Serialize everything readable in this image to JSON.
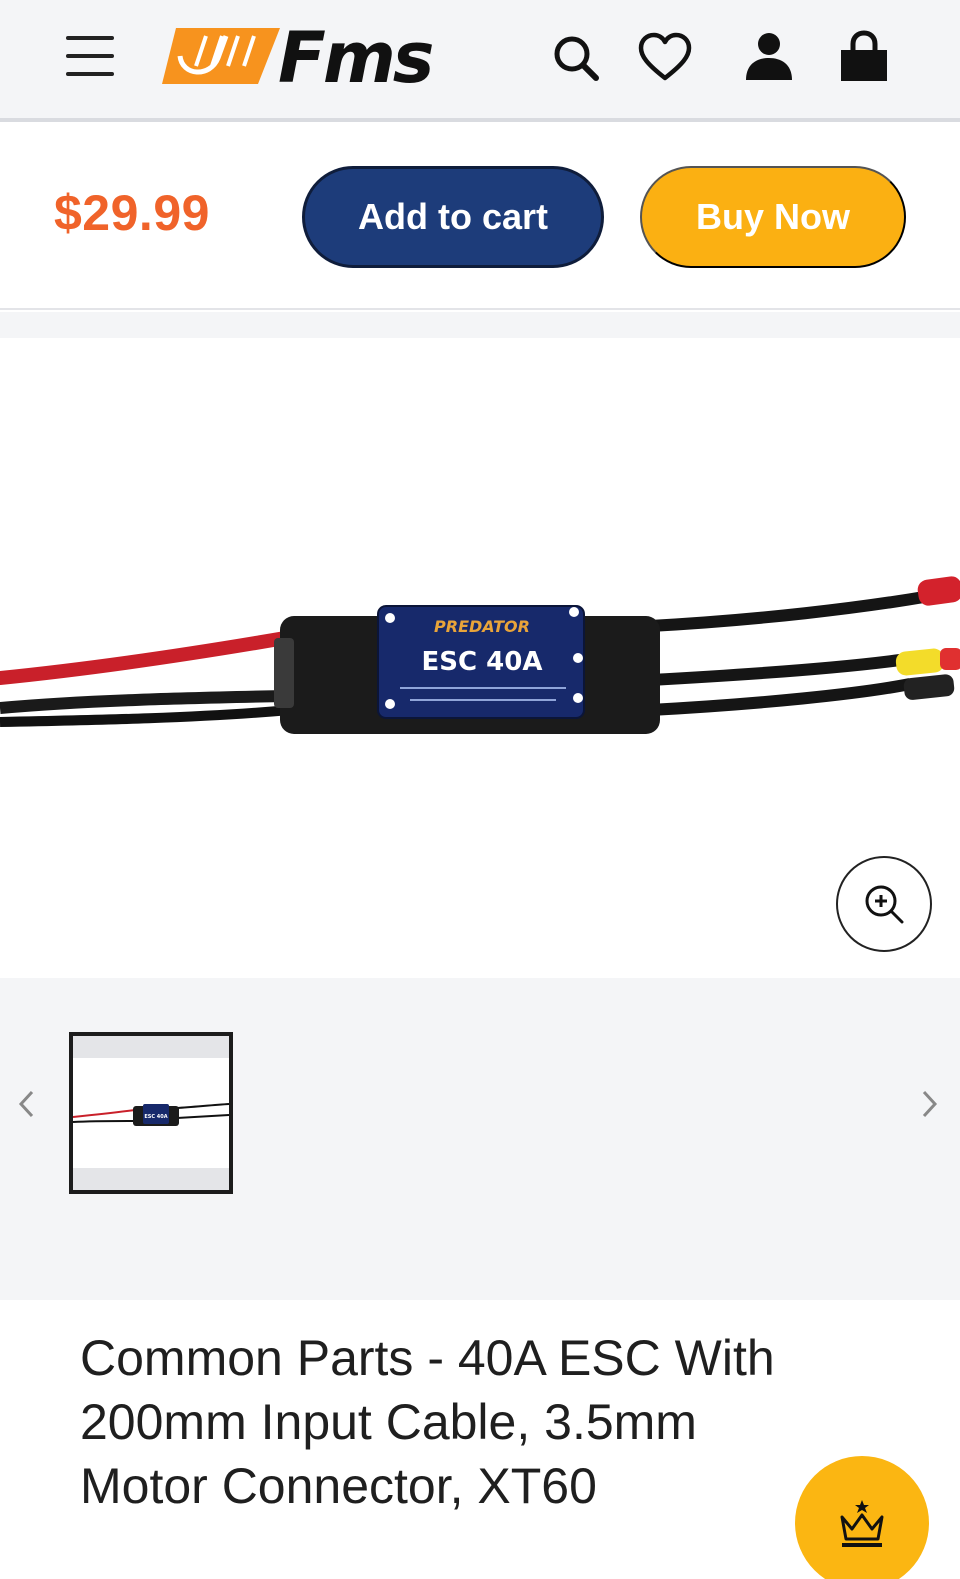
{
  "header": {
    "logo_text": "Fms",
    "menu_icon": "hamburger-menu-icon",
    "icons": [
      "search-icon",
      "heart-icon",
      "account-icon",
      "shopping-bag-icon"
    ]
  },
  "buy_bar": {
    "price": "$29.99",
    "add_to_cart_label": "Add to cart",
    "buy_now_label": "Buy Now"
  },
  "product_image": {
    "brand_label": "PREDATOR",
    "model_label": "ESC 40A"
  },
  "thumbnail": {
    "model_label": "ESC 40A"
  },
  "product": {
    "title": "Common Parts - 40A ESC With 200mm Input Cable, 3.5mm Motor Connector, XT60"
  },
  "colors": {
    "price": "#f0632a",
    "add_to_cart_bg": "#1d3c7a",
    "buy_now_bg": "#fbb012",
    "rewards_bg": "#fbb612"
  }
}
